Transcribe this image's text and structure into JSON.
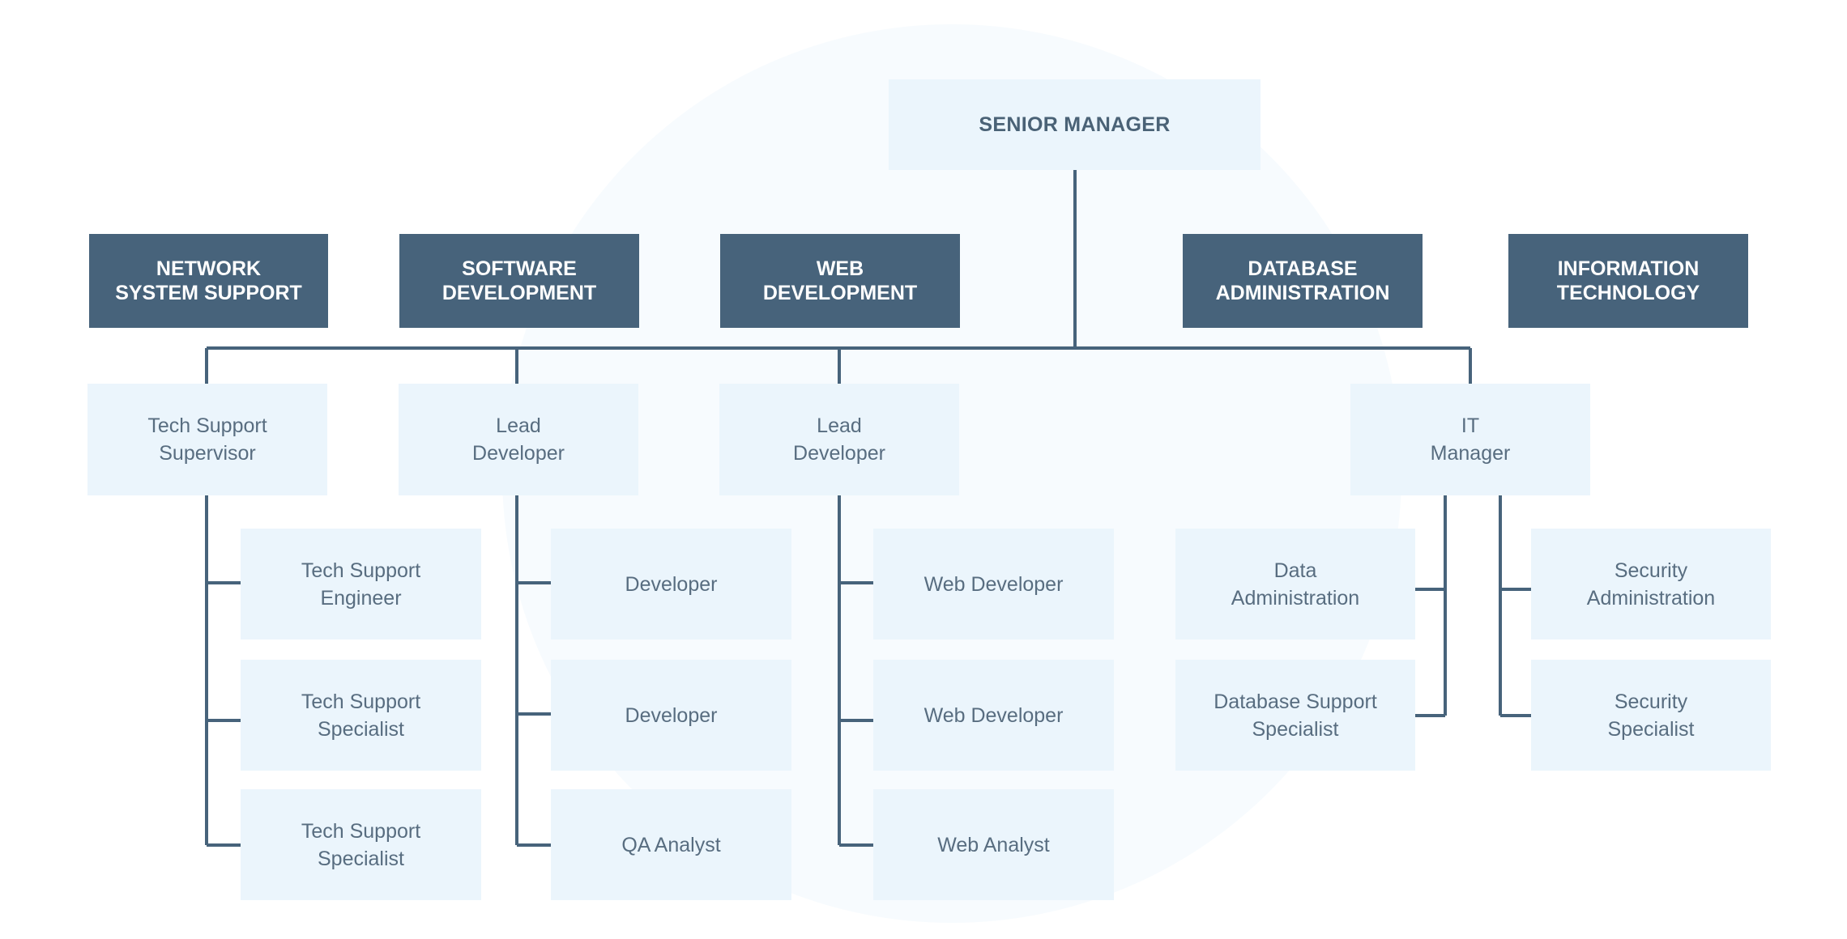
{
  "colors": {
    "accent_dark": "#47637b",
    "box_light": "#ebf5fc",
    "line": "#47637b",
    "text": "#586d80"
  },
  "top": {
    "label": "SENIOR MANAGER"
  },
  "departments": [
    "NETWORK\nSYSTEM SUPPORT",
    "SOFTWARE\nDEVELOPMENT",
    "WEB\nDEVELOPMENT",
    "DATABASE\nADMINISTRATION",
    "INFORMATION\nTECHNOLOGY"
  ],
  "leads": [
    "Tech Support\nSupervisor",
    "Lead\nDeveloper",
    "Lead\nDeveloper",
    "IT\nManager"
  ],
  "col1": [
    "Tech Support\nEngineer",
    "Tech Support\nSpecialist",
    "Tech Support\nSpecialist"
  ],
  "col2": [
    "Developer",
    "Developer",
    "QA Analyst"
  ],
  "col3": [
    "Web Developer",
    "Web Developer",
    "Web Analyst"
  ],
  "col4": [
    "Data\nAdministration",
    "Database Support\nSpecialist"
  ],
  "col5": [
    "Security\nAdministration",
    "Security\nSpecialist"
  ]
}
